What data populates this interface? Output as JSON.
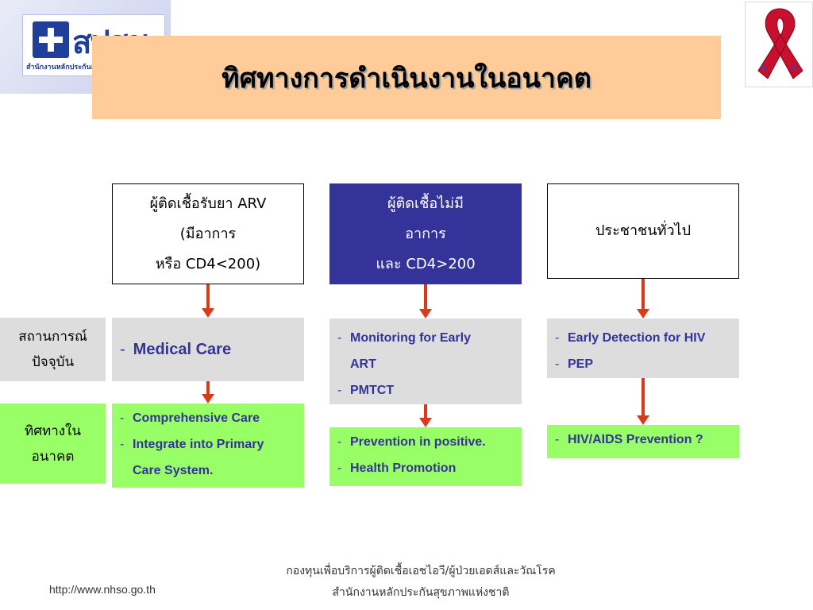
{
  "logo": {
    "text": "สปสช",
    "subtitle": "สำนักงานหลักประกันสุขภาพแห่งชาติ"
  },
  "title": "ทิศทางการดำเนินงานในอนาคต",
  "columns": [
    {
      "header_lines": [
        "ผู้ติดเชื้อรับยา ARV",
        "(มีอาการ",
        "หรือ CD4<200)"
      ],
      "current": [
        "Medical Care"
      ],
      "future": [
        "Comprehensive Care",
        "Integrate into Primary",
        "Care System."
      ]
    },
    {
      "header_lines": [
        "ผู้ติดเชื้อไม่มี",
        "อาการ",
        "และ CD4>200"
      ],
      "current": [
        "Monitoring  for  Early",
        "ART",
        "PMTCT"
      ],
      "future": [
        "Prevention in positive.",
        "Health Promotion"
      ]
    },
    {
      "header_lines": [
        "ประชาชนทั่วไป"
      ],
      "current": [
        "Early Detection for HIV",
        "PEP"
      ],
      "future": [
        "HIV/AIDS Prevention ?"
      ]
    }
  ],
  "row_labels": {
    "current": [
      "สถานการณ์",
      "ปัจจุบัน"
    ],
    "future": [
      "ทิศทางใน",
      "อนาคต"
    ]
  },
  "footer": {
    "url": "http://www.nhso.go.th",
    "org_line1": "กองทุนเพื่อบริการผู้ติดเชื้อเอชไอวี/ผู้ป่วยเอดส์และวัณโรค",
    "org_line2": "สำนักงานหลักประกันสุขภาพแห่งชาติ"
  },
  "colors": {
    "title_bg": "#ffcc99",
    "header_blue": "#333399",
    "current_bg": "#dddddd",
    "future_bg": "#99ff66",
    "arrow": "#d83a1a",
    "list_text": "#333399"
  }
}
